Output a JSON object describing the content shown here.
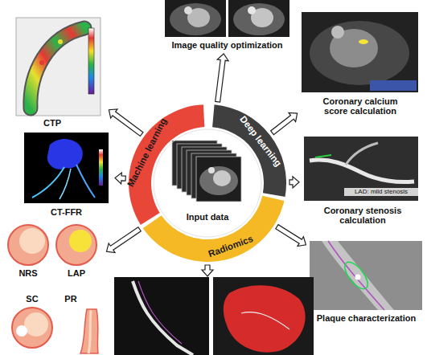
{
  "diagram": {
    "nodes": [
      {
        "text": [
          "Input data"
        ]
      },
      {
        "text": [
          "Machine learning"
        ]
      },
      {
        "text": [
          "Deep learning"
        ]
      },
      {
        "text": [
          "Radiomics"
        ]
      },
      {
        "text": [
          "Image quality optimization"
        ]
      },
      {
        "text": [
          "Coronary calcium score calculation"
        ]
      },
      {
        "text": [
          "LAD: mild stenosis",
          "Coronary stenosis calculation"
        ]
      },
      {
        "text": [
          "Plaque characterization"
        ]
      },
      {
        "text": [
          "NRS",
          "LAP",
          "SC",
          "PR"
        ]
      },
      {
        "text": [
          "CT-FFR"
        ]
      },
      {
        "text": [
          "CTP"
        ]
      }
    ],
    "edges": [
      {
        "from": 2,
        "to": 4,
        "arrow": "to"
      },
      {
        "from": 2,
        "to": 5,
        "arrow": "to"
      },
      {
        "from": 2,
        "to": 6,
        "arrow": "to"
      },
      {
        "from": 3,
        "to": 7,
        "arrow": "to"
      },
      {
        "from": 1,
        "to": 8,
        "arrow": "to"
      },
      {
        "from": 1,
        "to": 9,
        "arrow": "to"
      },
      {
        "from": 1,
        "to": 10,
        "arrow": "to"
      }
    ]
  }
}
